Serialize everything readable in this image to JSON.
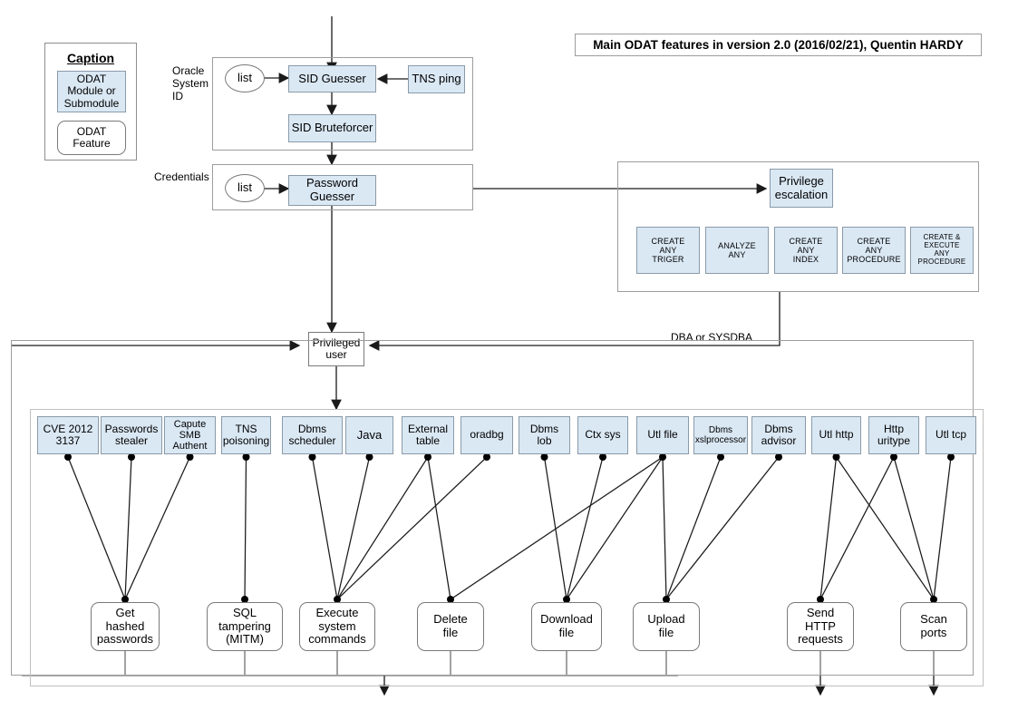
{
  "title": {
    "text": "Main ODAT features in version 2.0 (2016/02/21), Quentin HARDY"
  },
  "caption": {
    "heading": "Caption",
    "module_label": "ODAT\nModule or\nSubmodule",
    "module_label_lines": [
      "ODAT",
      "Module or",
      "Submodule"
    ],
    "feature_label_lines": [
      "ODAT",
      "Feature"
    ],
    "module_color": "#dae8f4",
    "feature_color": "#ffffff"
  },
  "groups": {
    "oracle_system_id": {
      "label": "Oracle\nSystem\nID",
      "label_lines": [
        "Oracle",
        "System",
        "ID"
      ]
    },
    "credentials": {
      "label": "Credentials"
    },
    "privilege_group": {
      "label": ""
    }
  },
  "sid_section": {
    "list_label": "list",
    "sid_guesser": "SID Guesser",
    "tns_ping": "TNS ping",
    "sid_bruteforcer": "SID Bruteforcer"
  },
  "credentials_section": {
    "list_label": "list",
    "password_guesser_lines": [
      "Password",
      "Guesser"
    ]
  },
  "privilege_section": {
    "escalation_lines": [
      "Privilege",
      "escalation"
    ],
    "privileges": [
      {
        "lines": [
          "CREATE",
          "ANY",
          "TRIGER"
        ]
      },
      {
        "lines": [
          "ANALYZE",
          "ANY"
        ]
      },
      {
        "lines": [
          "CREATE",
          "ANY",
          "INDEX"
        ]
      },
      {
        "lines": [
          "CREATE",
          "ANY",
          "PROCEDURE"
        ]
      },
      {
        "lines": [
          "CREATE &",
          "EXECUTE",
          "ANY",
          "PROCEDURE"
        ]
      }
    ]
  },
  "privileged_user": {
    "lines": [
      "Privileged",
      "user"
    ]
  },
  "edge_labels": {
    "dba_or_sysdba": "DBA or SYSDBA"
  },
  "modules": [
    {
      "id": "cve-2012-3137",
      "lines": [
        "CVE 2012",
        "3137"
      ]
    },
    {
      "id": "passwords-stealer",
      "lines": [
        "Passwords",
        "stealer"
      ]
    },
    {
      "id": "capute-smb-authent",
      "lines": [
        "Capute",
        "SMB",
        "Authent"
      ]
    },
    {
      "id": "tns-poisoning",
      "lines": [
        "TNS",
        "poisoning"
      ]
    },
    {
      "id": "dbms-scheduler",
      "lines": [
        "Dbms",
        "scheduler"
      ]
    },
    {
      "id": "java",
      "lines": [
        "Java"
      ]
    },
    {
      "id": "external-table",
      "lines": [
        "External",
        "table"
      ]
    },
    {
      "id": "oradbg",
      "lines": [
        "oradbg"
      ]
    },
    {
      "id": "dbms-lob",
      "lines": [
        "Dbms",
        "lob"
      ]
    },
    {
      "id": "ctx-sys",
      "lines": [
        "Ctx sys"
      ]
    },
    {
      "id": "utl-file",
      "lines": [
        "Utl file"
      ]
    },
    {
      "id": "dbms-xslprocessor",
      "lines": [
        "Dbms",
        "xslprocessor"
      ]
    },
    {
      "id": "dbms-advisor",
      "lines": [
        "Dbms",
        "advisor"
      ]
    },
    {
      "id": "utl-http",
      "lines": [
        "Utl http"
      ]
    },
    {
      "id": "http-uritype",
      "lines": [
        "Http",
        "uritype"
      ]
    },
    {
      "id": "utl-tcp",
      "lines": [
        "Utl tcp"
      ]
    }
  ],
  "features": [
    {
      "id": "get-hashed-passwords",
      "lines": [
        "Get",
        "hashed",
        "passwords"
      ]
    },
    {
      "id": "sql-tampering-mitm",
      "lines": [
        "SQL tampering",
        "(MITM)"
      ]
    },
    {
      "id": "execute-system-commands",
      "lines": [
        "Execute",
        "system",
        "commands"
      ]
    },
    {
      "id": "delete-file",
      "lines": [
        "Delete",
        "file"
      ]
    },
    {
      "id": "download-file",
      "lines": [
        "Download",
        "file"
      ]
    },
    {
      "id": "upload-file",
      "lines": [
        "Upload",
        "file"
      ]
    },
    {
      "id": "send-http-requests",
      "lines": [
        "Send",
        "HTTP",
        "requests"
      ]
    },
    {
      "id": "scan-ports",
      "lines": [
        "Scan",
        "ports"
      ]
    }
  ],
  "connections": [
    {
      "from": "cve-2012-3137",
      "to": "get-hashed-passwords"
    },
    {
      "from": "passwords-stealer",
      "to": "get-hashed-passwords"
    },
    {
      "from": "capute-smb-authent",
      "to": "get-hashed-passwords"
    },
    {
      "from": "tns-poisoning",
      "to": "sql-tampering-mitm"
    },
    {
      "from": "dbms-scheduler",
      "to": "execute-system-commands"
    },
    {
      "from": "java",
      "to": "execute-system-commands"
    },
    {
      "from": "external-table",
      "to": "execute-system-commands"
    },
    {
      "from": "external-table",
      "to": "delete-file"
    },
    {
      "from": "oradbg",
      "to": "execute-system-commands"
    },
    {
      "from": "dbms-lob",
      "to": "download-file"
    },
    {
      "from": "ctx-sys",
      "to": "download-file"
    },
    {
      "from": "utl-file",
      "to": "download-file"
    },
    {
      "from": "utl-file",
      "to": "upload-file"
    },
    {
      "from": "utl-file",
      "to": "delete-file"
    },
    {
      "from": "dbms-xslprocessor",
      "to": "upload-file"
    },
    {
      "from": "dbms-advisor",
      "to": "upload-file"
    },
    {
      "from": "utl-http",
      "to": "send-http-requests"
    },
    {
      "from": "utl-http",
      "to": "scan-ports"
    },
    {
      "from": "http-uritype",
      "to": "send-http-requests"
    },
    {
      "from": "http-uritype",
      "to": "scan-ports"
    },
    {
      "from": "utl-tcp",
      "to": "scan-ports"
    }
  ],
  "colors": {
    "module_fill": "#dae8f4",
    "module_stroke": "#8a9aa8",
    "feature_fill": "#ffffff",
    "feature_stroke": "#7a7a7a",
    "line": "#1a1a1a",
    "frame": "#9d9d9d",
    "background": "#ffffff"
  }
}
